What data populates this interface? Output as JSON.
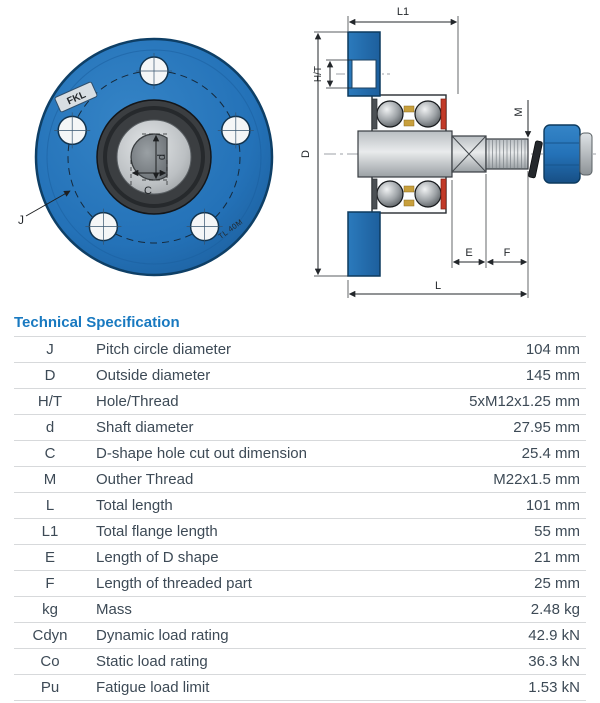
{
  "drawing": {
    "front_view": {
      "logo": "FKL",
      "part_code": "TL 40M",
      "labels": {
        "pitch_circle": "J",
        "shaft_diameter": "d",
        "cutout": "C"
      }
    },
    "section_view": {
      "labels": {
        "flange_length": "L1",
        "hole_thread": "H/T",
        "outside_diameter": "D",
        "outer_thread": "M",
        "d_shape_length": "E",
        "threaded_length": "F",
        "total_length": "L"
      }
    },
    "colors": {
      "flange_blue": "#2472b8",
      "flange_edge": "#0e3f66",
      "seal_red": "#c23a28",
      "cage_gold": "#c79f3c",
      "metal_light": "#dfe3e6",
      "metal_dark": "#5c6165",
      "hub_seal_dark": "#3b3e41"
    }
  },
  "spec": {
    "title": "Technical Specification",
    "rows": [
      {
        "symbol": "J",
        "description": "Pitch circle diameter",
        "value": "104 mm"
      },
      {
        "symbol": "D",
        "description": "Outside diameter",
        "value": "145 mm"
      },
      {
        "symbol": "H/T",
        "description": "Hole/Thread",
        "value": "5xM12x1.25 mm"
      },
      {
        "symbol": "d",
        "description": "Shaft diameter",
        "value": "27.95 mm"
      },
      {
        "symbol": "C",
        "description": "D-shape hole cut out dimension",
        "value": "25.4 mm"
      },
      {
        "symbol": "M",
        "description": "Outher Thread",
        "value": "M22x1.5 mm"
      },
      {
        "symbol": "L",
        "description": "Total length",
        "value": "101 mm"
      },
      {
        "symbol": "L1",
        "description": "Total flange length",
        "value": "55 mm"
      },
      {
        "symbol": "E",
        "description": "Length of D shape",
        "value": "21 mm"
      },
      {
        "symbol": "F",
        "description": "Length of threaded part",
        "value": "25 mm"
      },
      {
        "symbol": "kg",
        "description": "Mass",
        "value": "2.48 kg"
      },
      {
        "symbol": "Cdyn",
        "description": "Dynamic load rating",
        "value": "42.9 kN"
      },
      {
        "symbol": "Co",
        "description": "Static load rating",
        "value": "36.3 kN"
      },
      {
        "symbol": "Pu",
        "description": "Fatigue load limit",
        "value": "1.53 kN"
      }
    ]
  }
}
